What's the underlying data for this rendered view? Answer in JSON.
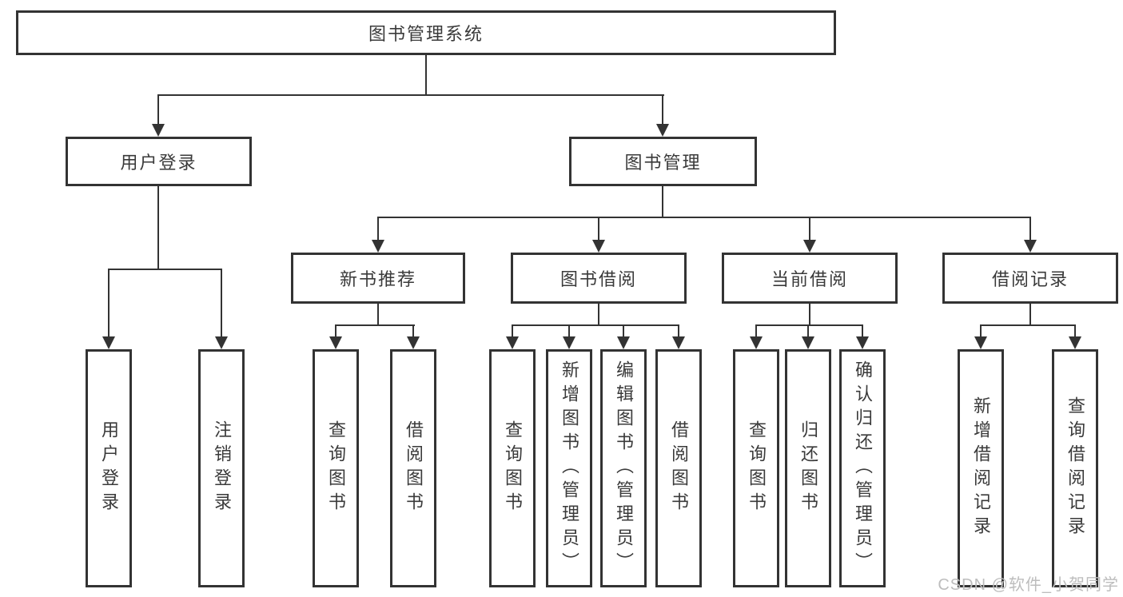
{
  "diagram": {
    "title_node": "图书管理系统",
    "level2": [
      {
        "label": "用户登录"
      },
      {
        "label": "图书管理"
      }
    ],
    "level3": [
      {
        "label": "新书推荐"
      },
      {
        "label": "图书借阅"
      },
      {
        "label": "当前借阅"
      },
      {
        "label": "借阅记录"
      }
    ],
    "leaves": [
      {
        "label": "用户登录"
      },
      {
        "label": "注销登录"
      },
      {
        "label": "查询图书"
      },
      {
        "label": "借阅图书"
      },
      {
        "label": "查询图书"
      },
      {
        "label": "新增图书（管理员）"
      },
      {
        "label": "编辑图书（管理员）"
      },
      {
        "label": "借阅图书"
      },
      {
        "label": "查询图书"
      },
      {
        "label": "归还图书"
      },
      {
        "label": "确认归还（管理员）"
      },
      {
        "label": "新增借阅记录"
      },
      {
        "label": "查询借阅记录"
      }
    ]
  },
  "watermark": "CSDN @软件_小贺同学",
  "colors": {
    "line": "#333333",
    "text": "#3a3a3a",
    "watermark": "#bdbdbd",
    "background": "#ffffff"
  }
}
